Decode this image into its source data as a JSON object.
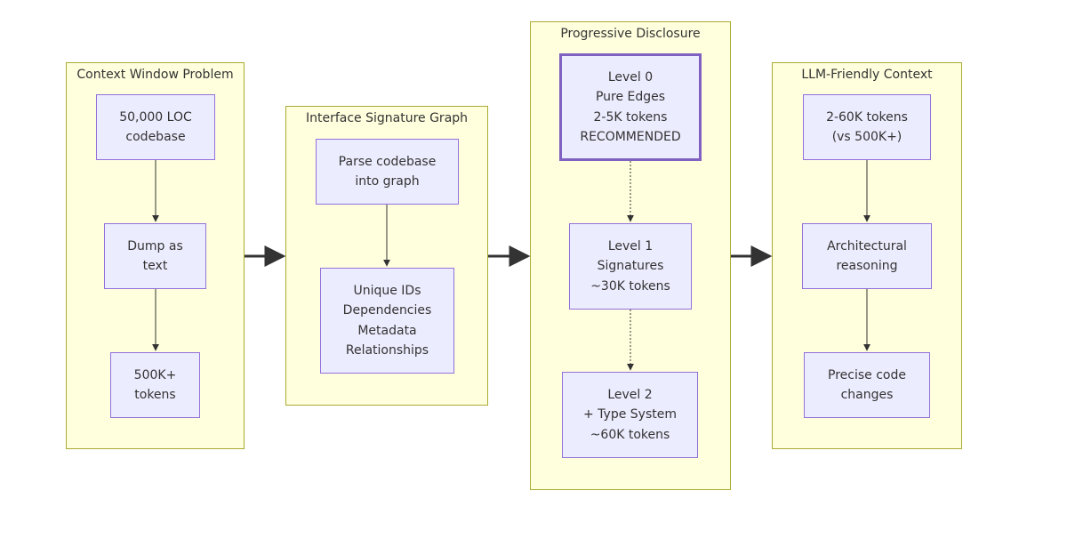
{
  "clusters": {
    "context_window_problem": {
      "title": "Context Window Problem",
      "nodes": [
        {
          "lines": [
            "50,000 LOC",
            "codebase"
          ]
        },
        {
          "lines": [
            "Dump as",
            "text"
          ]
        },
        {
          "lines": [
            "500K+",
            "tokens"
          ]
        }
      ]
    },
    "interface_signature_graph": {
      "title": "Interface Signature Graph",
      "nodes": [
        {
          "lines": [
            "Parse codebase",
            "into graph"
          ]
        },
        {
          "lines": [
            "Unique IDs",
            "Dependencies",
            "Metadata",
            "Relationships"
          ]
        }
      ]
    },
    "progressive_disclosure": {
      "title": "Progressive Disclosure",
      "nodes": [
        {
          "lines": [
            "Level 0",
            "Pure Edges",
            "2-5K tokens",
            "RECOMMENDED"
          ]
        },
        {
          "lines": [
            "Level 1",
            "Signatures",
            "~30K tokens"
          ]
        },
        {
          "lines": [
            "Level 2",
            "+ Type System",
            "~60K tokens"
          ]
        }
      ]
    },
    "llm_friendly_context": {
      "title": "LLM-Friendly Context",
      "nodes": [
        {
          "lines": [
            "2-60K tokens",
            "(vs 500K+)"
          ]
        },
        {
          "lines": [
            "Architectural",
            "reasoning"
          ]
        },
        {
          "lines": [
            "Precise code",
            "changes"
          ]
        }
      ]
    }
  },
  "colors": {
    "cluster_fill": "#ffffde",
    "cluster_stroke": "#aaaa33",
    "node_fill": "#ececff",
    "node_stroke": "#9370db",
    "highlight_stroke": "#8060c0",
    "edge": "#333333"
  }
}
